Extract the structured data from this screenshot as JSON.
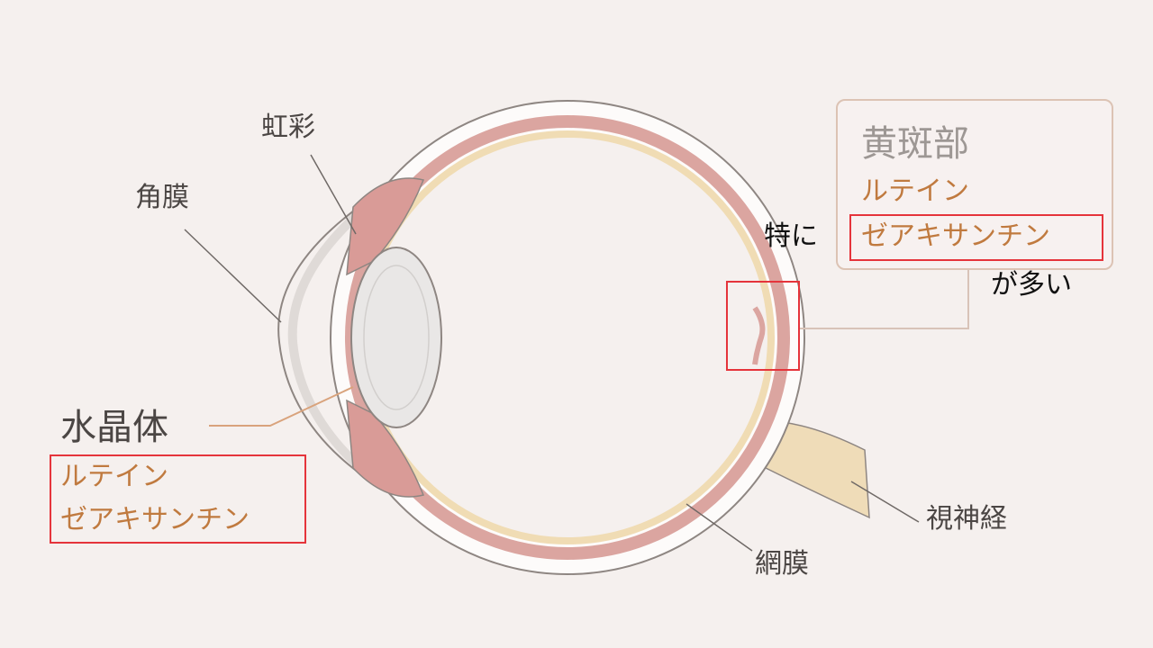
{
  "labels": {
    "iris": "虹彩",
    "cornea": "角膜",
    "lens": "水晶体",
    "retina": "網膜",
    "optic_nerve": "視神経",
    "macula": "黄斑部",
    "especially": "特に",
    "abundant": "が多い"
  },
  "lens_nutrients": [
    "ルテイン",
    "ゼアキサンチン"
  ],
  "macula_nutrients": [
    "ルテイン",
    "ゼアキサンチン"
  ],
  "colors": {
    "background": "#f5f0ee",
    "label_gray": "#4b4644",
    "nutrient_orange": "#c07a3f",
    "highlight_red": "#e5343b",
    "choroid_pink": "#dba5a0",
    "nerve_yellow": "#f0dcb4"
  }
}
